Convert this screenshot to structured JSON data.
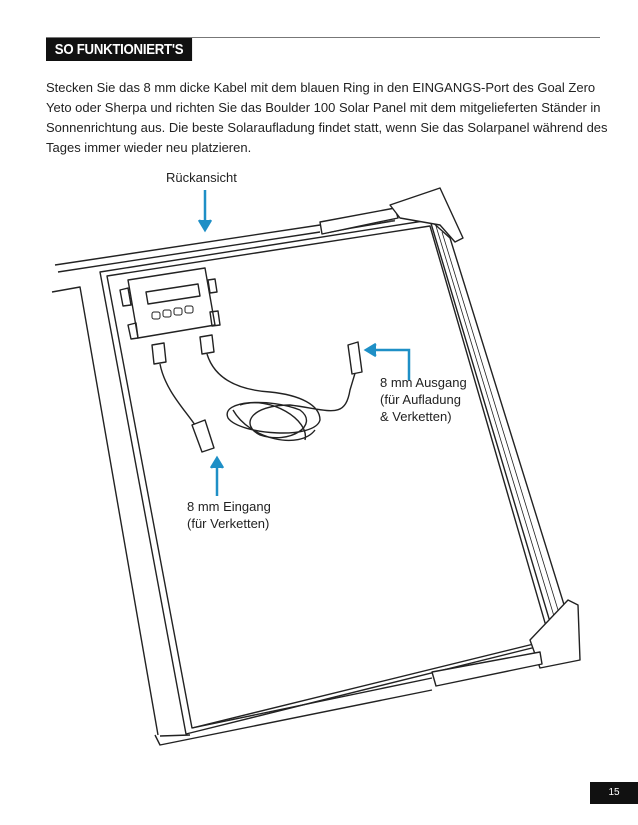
{
  "section_title": "SO FUNKTIONIERT'S",
  "body": "Stecken Sie das 8 mm dicke Kabel mit dem blauen Ring in den EINGANGS-Port des Goal Zero Yeto oder Sherpa und richten Sie das Boulder 100 Solar Panel mit dem mitgelieferten Ständer in Sonnenrichtung aus. Die beste Solaraufladung findet statt, wenn Sie das Solarpanel während des Tages immer wieder neu platzieren.",
  "figure": {
    "back_view_label": "Rückansicht",
    "output_label": [
      "8 mm Ausgang",
      "(für Aufladung",
      "& Verketten)"
    ],
    "input_label": [
      "8 mm Eingang",
      "(für Verketten)"
    ],
    "arrow_color": "#1e8fc6"
  },
  "page_number": "15"
}
